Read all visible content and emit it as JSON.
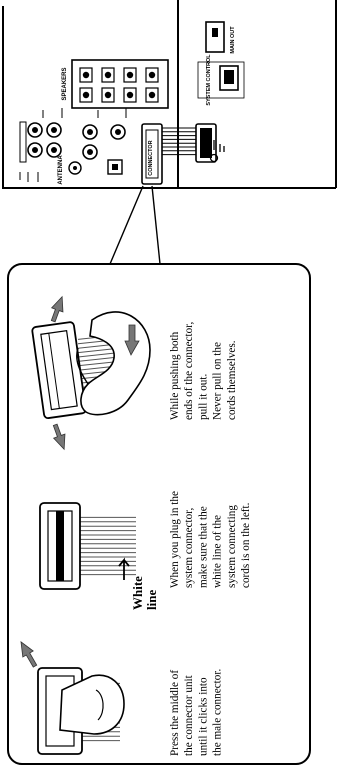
{
  "panel_labels": {
    "antenna": "ANTENNA",
    "speakers": "SPEAKERS",
    "connector": "CONNECTOR",
    "main_out": "MAIN OUT",
    "system_control": "SYSTEM CONTROL"
  },
  "steps": [
    {
      "id": "insert",
      "lines": [
        "Press the middle of",
        "the connector unit",
        "until it clicks into",
        "the male connector."
      ]
    },
    {
      "id": "orient",
      "callout": [
        "White",
        "line"
      ],
      "lines": [
        "When you plug in the",
        "system connector,",
        "make sure that the",
        "white line of the",
        "system connecting",
        "cords is on the left."
      ]
    },
    {
      "id": "remove",
      "lines": [
        "While pushing both",
        "ends of the connector,",
        "pull it out.",
        "Never pull on the",
        "cords themselves."
      ]
    }
  ]
}
